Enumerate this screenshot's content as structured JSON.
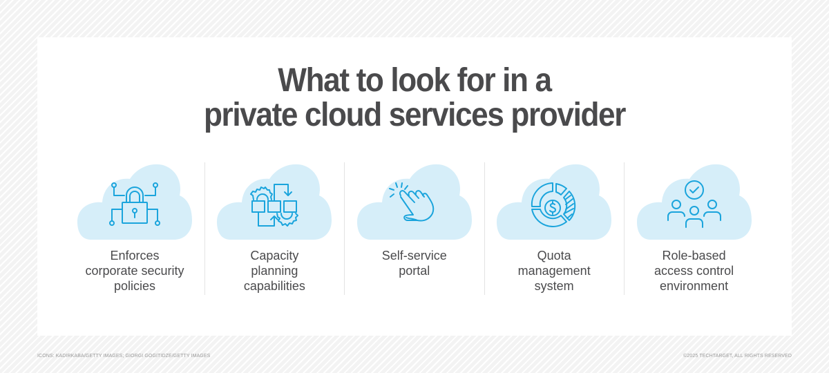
{
  "title": {
    "line1": "What to look for in a",
    "line2": "private cloud services provider"
  },
  "colors": {
    "title_text": "#4a4a4c",
    "cloud_fill": "#d6eef9",
    "icon_stroke": "#1aa4dc",
    "divider": "#e3e3e3"
  },
  "items": [
    {
      "icon": "padlock-circuit-icon",
      "label_lines": [
        "Enforces",
        "corporate security",
        "policies"
      ]
    },
    {
      "icon": "capacity-planning-gears-icon",
      "label_lines": [
        "Capacity",
        "planning",
        "capabilities"
      ]
    },
    {
      "icon": "tap-hand-icon",
      "label_lines": [
        "Self-service",
        "portal"
      ]
    },
    {
      "icon": "dollar-pie-chart-icon",
      "label_lines": [
        "Quota",
        "management",
        "system"
      ]
    },
    {
      "icon": "users-checkmark-icon",
      "label_lines": [
        "Role-based",
        "access control",
        "environment"
      ]
    }
  ],
  "footer": {
    "credits": "ICONS: KADIRKABA/GETTY IMAGES; GIORGI GOGITIDZE/GETTY IMAGES",
    "copyright": "©2025 TECHTARGET, ALL RIGHTS RESERVED"
  }
}
